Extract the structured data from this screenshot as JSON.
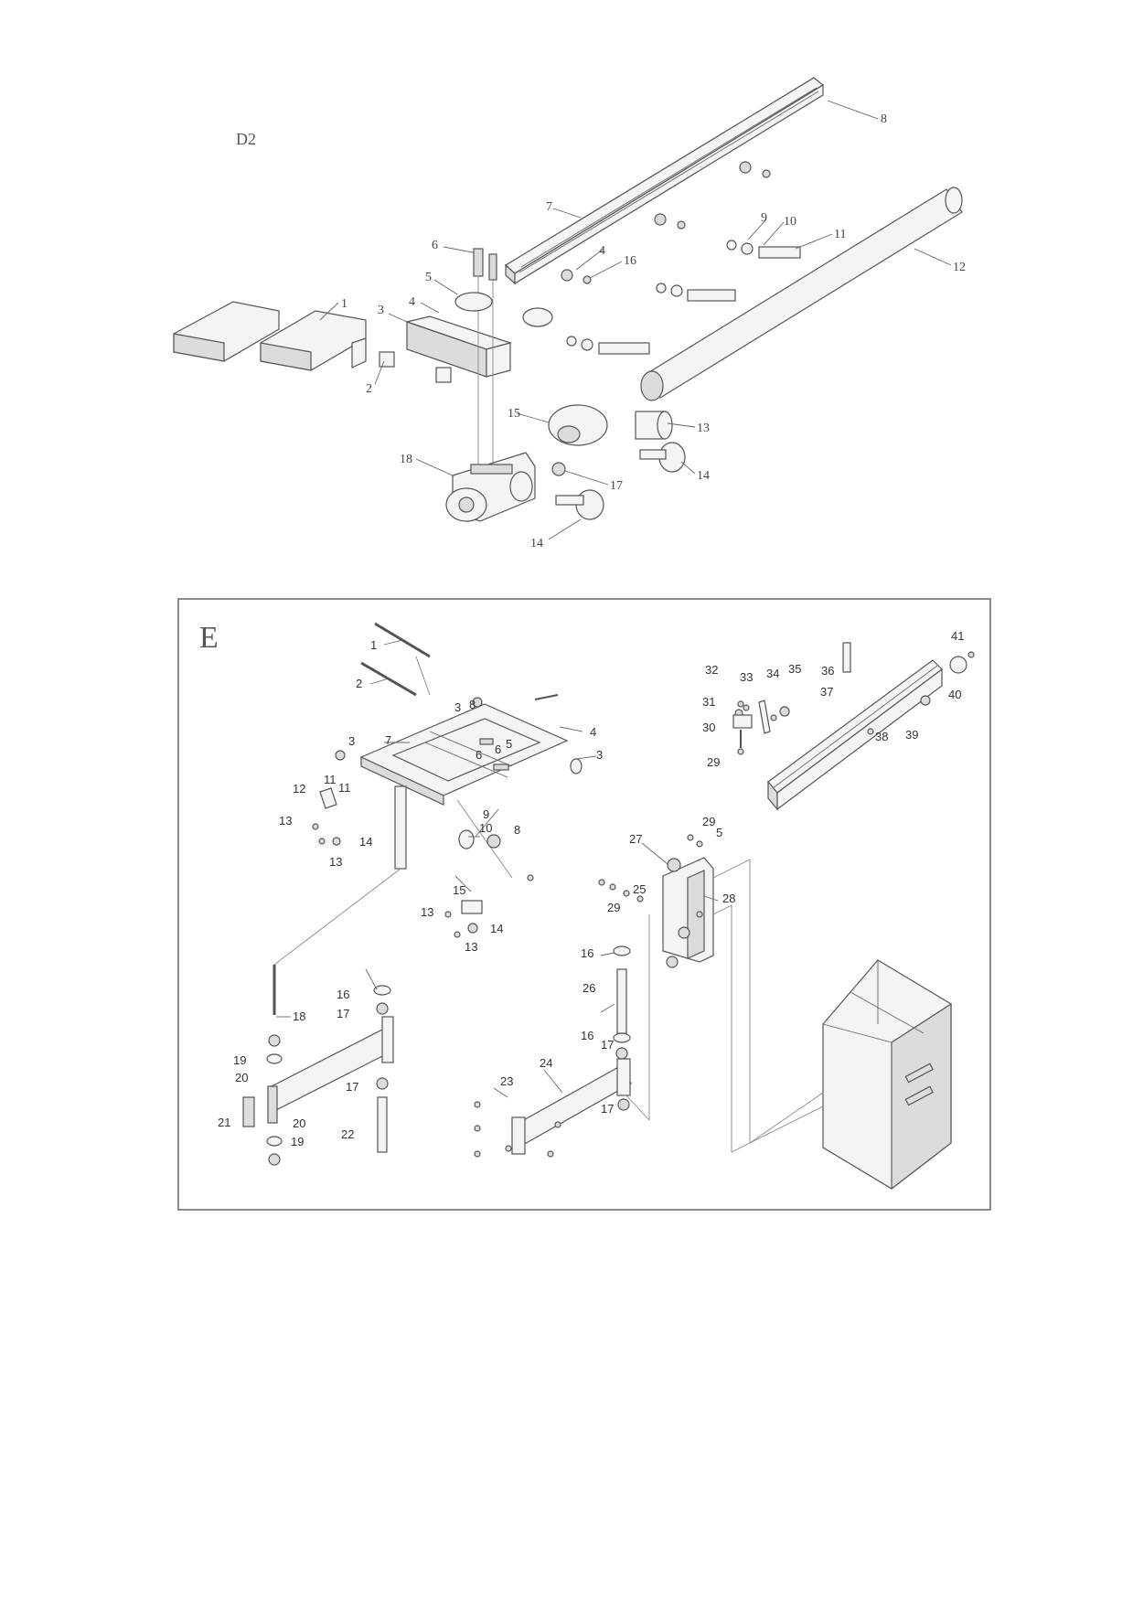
{
  "diagram_d2": {
    "title": "D2",
    "labels": [
      "1",
      "2",
      "3",
      "4",
      "5",
      "6",
      "7",
      "8",
      "9",
      "10",
      "11",
      "12",
      "13",
      "14",
      "14",
      "15",
      "16",
      "17",
      "18",
      "4"
    ]
  },
  "diagram_e": {
    "title": "E",
    "labels": [
      "1",
      "2",
      "3",
      "3",
      "3",
      "4",
      "5",
      "6",
      "6",
      "7",
      "8",
      "8",
      "9",
      "10",
      "11",
      "11",
      "12",
      "13",
      "13",
      "13",
      "13",
      "14",
      "14",
      "15",
      "16",
      "16",
      "16",
      "17",
      "17",
      "17",
      "17",
      "18",
      "19",
      "19",
      "20",
      "20",
      "21",
      "22",
      "23",
      "24",
      "25",
      "26",
      "27",
      "28",
      "29",
      "29",
      "5",
      "29",
      "30",
      "31",
      "32",
      "33",
      "34",
      "35",
      "36",
      "37",
      "38",
      "39",
      "40",
      "41"
    ]
  }
}
